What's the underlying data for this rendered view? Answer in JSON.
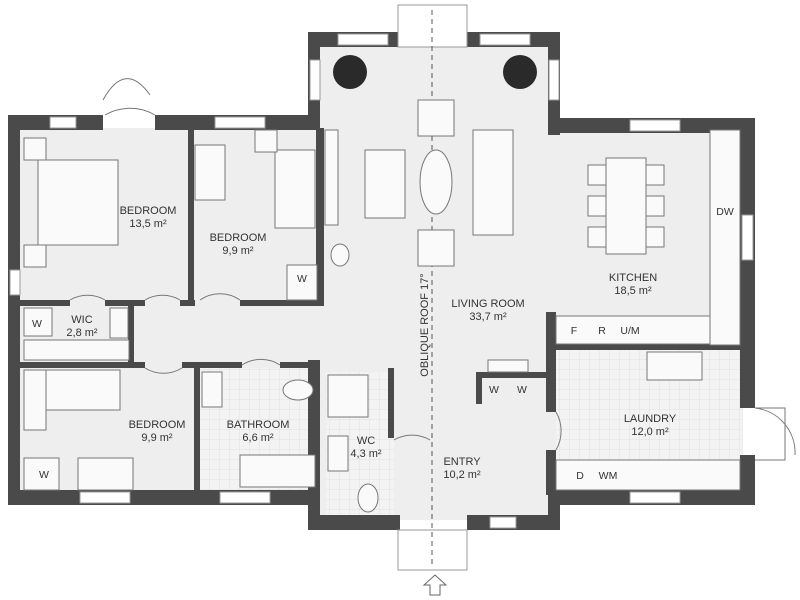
{
  "floor_plan": {
    "rooms": [
      {
        "name": "BEDROOM",
        "area": "13,5 m²"
      },
      {
        "name": "BEDROOM",
        "area": "9,9 m²"
      },
      {
        "name": "WIC",
        "area": "2,8 m²"
      },
      {
        "name": "BEDROOM",
        "area": "9,9 m²"
      },
      {
        "name": "BATHROOM",
        "area": "6,6 m²"
      },
      {
        "name": "WC",
        "area": "4,3 m²"
      },
      {
        "name": "LIVING ROOM",
        "area": "33,7 m²"
      },
      {
        "name": "KITCHEN",
        "area": "18,5 m²"
      },
      {
        "name": "LAUNDRY",
        "area": "12,0 m²"
      },
      {
        "name": "ENTRY",
        "area": "10,2 m²"
      }
    ],
    "roof_note": "OBLIQUE ROOF 17°",
    "appliance_labels": {
      "wardrobe": "W",
      "dishwasher": "DW",
      "fridge": "F",
      "refrigerator": "R",
      "oven_microwave": "U/M",
      "dryer": "D",
      "washing_machine": "WM"
    },
    "colors": {
      "wall": "#4a4a4a",
      "floor": "#eeeeee"
    }
  }
}
